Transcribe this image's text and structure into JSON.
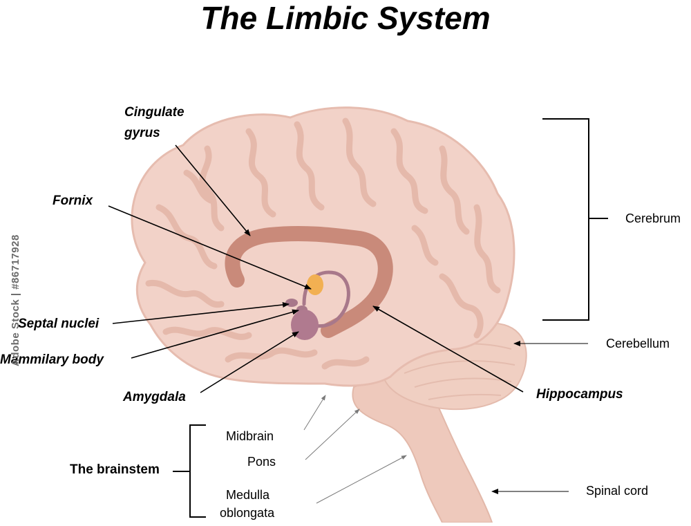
{
  "title": "The Limbic System",
  "labels": {
    "cingulate_gyrus_line1": "Cingulate",
    "cingulate_gyrus_line2": "gyrus",
    "fornix": "Fornix",
    "septal_nuclei": "Septal nuclei",
    "mammilary_body": "Mammilary body",
    "amygdala": "Amygdala",
    "hippocampus": "Hippocampus",
    "cerebrum": "Cerebrum",
    "cerebellum": "Cerebellum",
    "brainstem": "The brainstem",
    "midbrain": "Midbrain",
    "pons": "Pons",
    "medulla_line1": "Medulla",
    "medulla_line2": "oblongata",
    "spinal_cord": "Spinal cord"
  },
  "watermark": "Adobe Stock | #86717928",
  "colors": {
    "brain_fill": "#f2d2c8",
    "brain_gyri": "#e6bcaf",
    "cerebellum": "#f0cfc2",
    "brainstem": "#eec9bc",
    "cingulate": "#c98a7a",
    "fornix": "#a8788a",
    "amygdala": "#b07a8f",
    "thalamus_spot": "#f2b052",
    "lines": "#000000"
  }
}
